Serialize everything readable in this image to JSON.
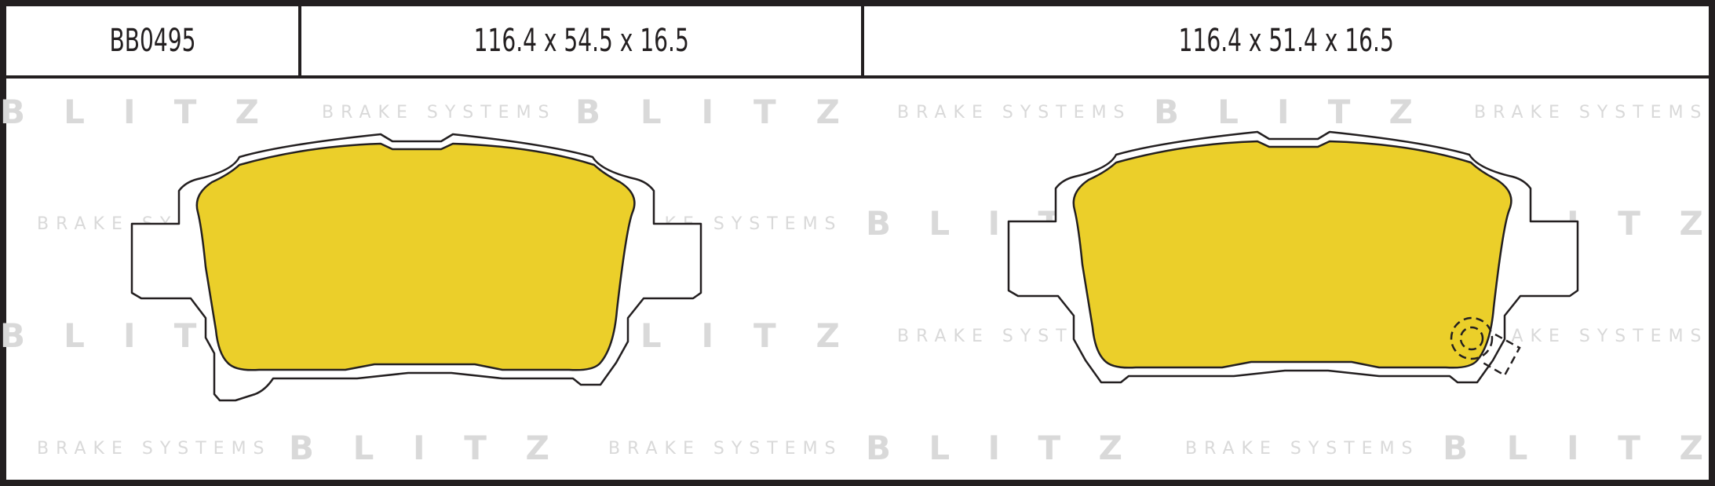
{
  "header": {
    "part_number": "BB0495",
    "dimensions_left": "116.4 x 54.5 x 16.5",
    "dimensions_right": "116.4 x 51.4 x 16.5"
  },
  "watermark": {
    "brand": "B L I T Z",
    "tagline": "BRAKE SYSTEMS"
  },
  "colors": {
    "friction": "#ebcf2a",
    "outline": "#231f20",
    "watermark": "#d9d9d9"
  }
}
